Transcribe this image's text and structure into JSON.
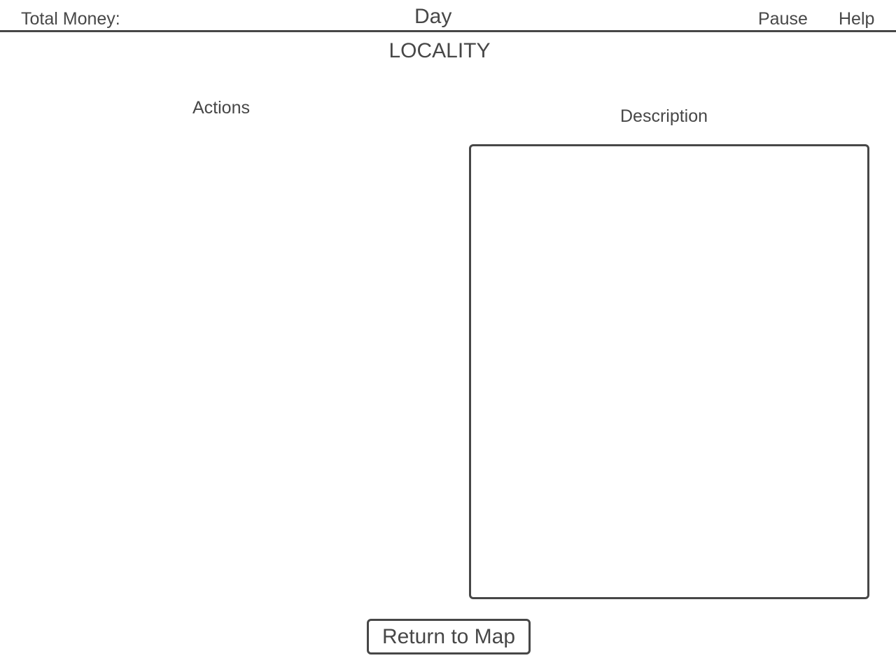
{
  "header": {
    "total_money_label": "Total Money:",
    "day_label": "Day",
    "pause_label": "Pause",
    "help_label": "Help"
  },
  "location": {
    "title": "LOCALITY"
  },
  "actions": {
    "heading": "Actions"
  },
  "description": {
    "heading": "Description",
    "text": ""
  },
  "footer": {
    "return_label": "Return to Map"
  },
  "colors": {
    "text": "#474747",
    "background": "#ffffff",
    "border": "#474747"
  }
}
